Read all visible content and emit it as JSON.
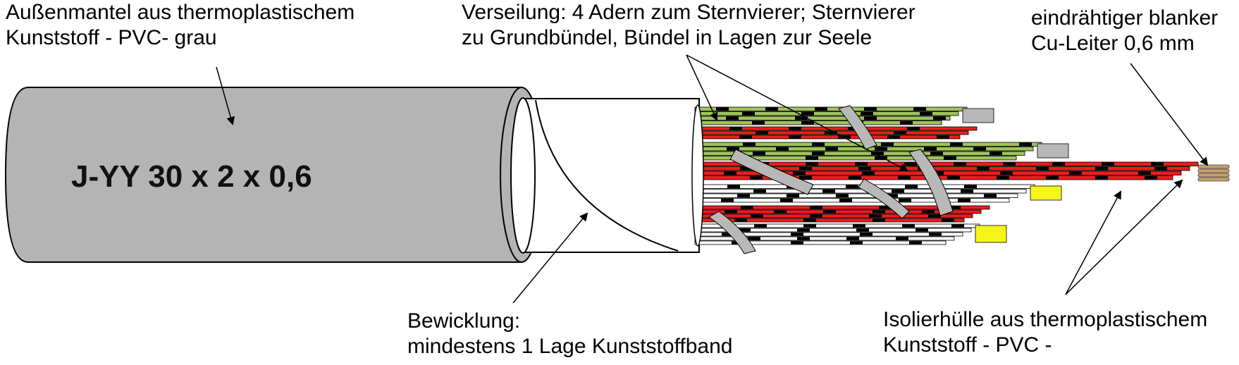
{
  "cable_code": "J-YY 30 x 2 x 0,6",
  "labels": {
    "jacket": [
      "Außenmantel aus thermoplastischem",
      "Kunststoff - PVC- grau"
    ],
    "stranding": [
      "Verseilung: 4 Adern zum Sternvierer; Sternvierer",
      "zu Grundbündel, Bündel in Lagen zur Seele"
    ],
    "conductor": [
      "eindrähtiger blanker",
      "Cu-Leiter 0,6 mm"
    ],
    "wrapping": [
      "Bewicklung:",
      "mindestens 1 Lage Kunststoffband"
    ],
    "insulation": [
      "Isolierhülle aus thermoplastischem",
      "Kunststoff - PVC -"
    ]
  },
  "colors": {
    "jacket": "#b4b4b4",
    "wrap_band": "#ffffff",
    "core_green": "#9fc35a",
    "core_red": "#ee1c1c",
    "core_white": "#ffffff",
    "core_yellow": "#f5f51a",
    "binder": "#b8b8b8",
    "copper": "#c8a06a",
    "ring_mark": "#000000"
  }
}
